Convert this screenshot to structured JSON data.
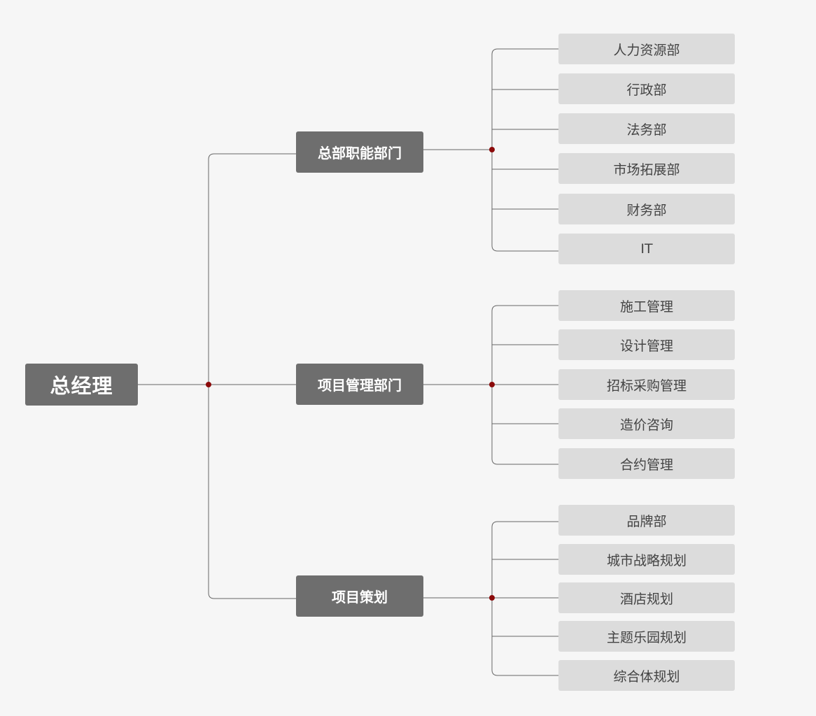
{
  "root": {
    "label": "总经理"
  },
  "departments": [
    {
      "label": "总部职能部门",
      "children": [
        "人力资源部",
        "行政部",
        "法务部",
        "市场拓展部",
        "财务部",
        "IT"
      ]
    },
    {
      "label": "项目管理部门",
      "children": [
        "施工管理",
        "设计管理",
        "招标采购管理",
        "造价咨询",
        "合约管理"
      ]
    },
    {
      "label": "项目策划",
      "children": [
        "品牌部",
        "城市战略规划",
        "酒店规划",
        "主题乐园规划",
        "综合体规划"
      ]
    }
  ],
  "colors": {
    "background": "#f6f6f6",
    "node_dark": "#6e6e6e",
    "node_light": "#dcdcdc",
    "connector": "#666666",
    "junction_dot": "#8b0a0a"
  }
}
